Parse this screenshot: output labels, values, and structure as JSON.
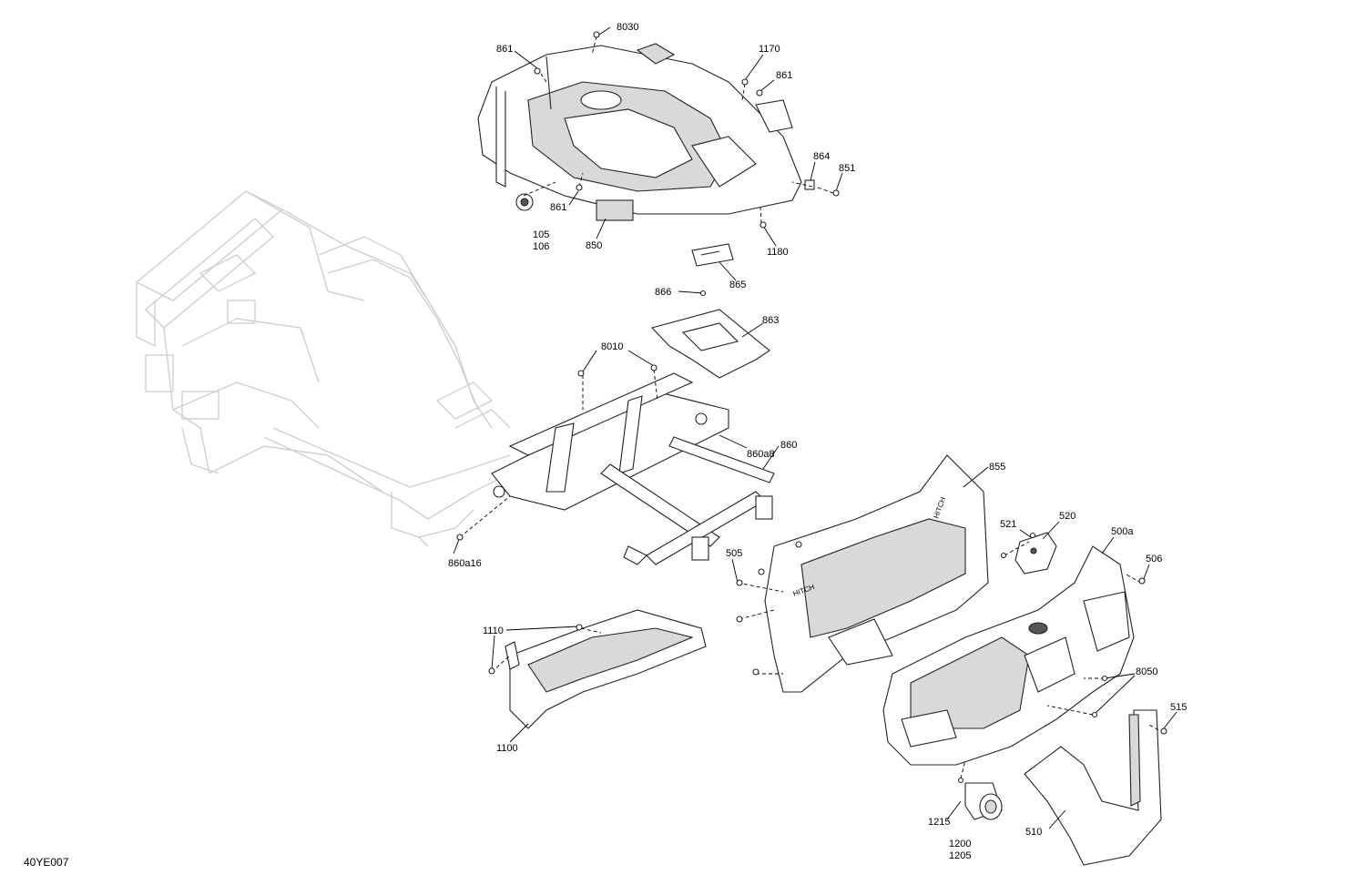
{
  "drawing_id": "40YE007",
  "callouts": [
    {
      "id": "8030",
      "text": "8030"
    },
    {
      "id": "861a",
      "text": "861"
    },
    {
      "id": "1170",
      "text": "1170"
    },
    {
      "id": "861b",
      "text": "861"
    },
    {
      "id": "864",
      "text": "864"
    },
    {
      "id": "851",
      "text": "851"
    },
    {
      "id": "861c",
      "text": "861"
    },
    {
      "id": "105",
      "text": "105"
    },
    {
      "id": "106",
      "text": "106"
    },
    {
      "id": "850",
      "text": "850"
    },
    {
      "id": "1180",
      "text": "1180"
    },
    {
      "id": "866",
      "text": "866"
    },
    {
      "id": "865",
      "text": "865"
    },
    {
      "id": "863",
      "text": "863"
    },
    {
      "id": "8010",
      "text": "8010"
    },
    {
      "id": "860a8",
      "text": "860a8"
    },
    {
      "id": "860",
      "text": "860"
    },
    {
      "id": "855",
      "text": "855"
    },
    {
      "id": "860a16",
      "text": "860a16"
    },
    {
      "id": "521",
      "text": "521"
    },
    {
      "id": "520",
      "text": "520"
    },
    {
      "id": "500a",
      "text": "500a"
    },
    {
      "id": "505",
      "text": "505"
    },
    {
      "id": "506",
      "text": "506"
    },
    {
      "id": "1110",
      "text": "1110"
    },
    {
      "id": "8050",
      "text": "8050"
    },
    {
      "id": "515",
      "text": "515"
    },
    {
      "id": "1100",
      "text": "1100"
    },
    {
      "id": "1215",
      "text": "1215"
    },
    {
      "id": "510",
      "text": "510"
    },
    {
      "id": "1200",
      "text": "1200"
    },
    {
      "id": "1205",
      "text": "1205"
    }
  ],
  "part_labels": {
    "hitch_upper": "HITCH",
    "hitch_lower": "HITCH"
  }
}
